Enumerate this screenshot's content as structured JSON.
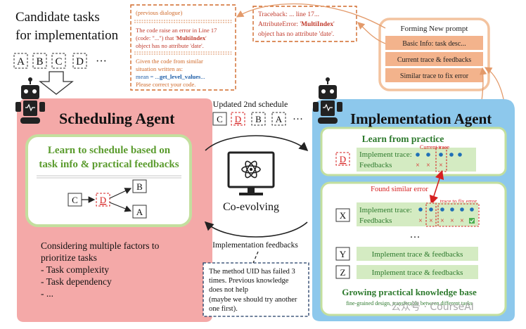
{
  "candidate": {
    "title": [
      "Candidate tasks",
      "for implementation"
    ],
    "tasks": [
      "A",
      "B",
      "C",
      "D"
    ],
    "ellipsis": "···"
  },
  "dialogue_box": {
    "header": "(previous dialogue)",
    "line1": "The code raise an error in Line 17",
    "line2_pre": "(code: \"...\") that '",
    "line2_bold": "MultiIndex",
    "line2_post": "'",
    "line3": "object has no attribute 'date'.",
    "line4": "Given the code from similar",
    "line5": "situation written as:",
    "line6_pre": "mean = ...",
    "line6_bold": "get_level_values",
    "line6_post": "...",
    "line7": "Please correct your code."
  },
  "traceback_box": {
    "line1": "Traceback: ... line 17...",
    "line2_pre": "AttributeError: '",
    "line2_bold": "MultiIndex",
    "line2_post": "'",
    "line3": "object has no attribute 'date'."
  },
  "prompt_box": {
    "title": "Forming New prompt",
    "items": [
      "Basic Info: task desc...",
      "Current trace & feedbacks",
      "Similar trace to fix error"
    ]
  },
  "scheduling": {
    "title": "Scheduling Agent",
    "inner_title": [
      "Learn to schedule based on",
      "task info & practical feedbacks"
    ],
    "nodes": [
      "C",
      "D",
      "B",
      "A"
    ],
    "factors": [
      "Considering multiple factors to",
      "prioritize tasks",
      "- Task complexity",
      "- Task dependency",
      "- ..."
    ]
  },
  "center": {
    "schedule_label": "Updated 2nd schedule",
    "schedule_tasks": [
      "C",
      "D",
      "B",
      "A"
    ],
    "ellipsis": "···",
    "coevolving": "Co-evolving",
    "feedback_label": "Implementation feedbacks",
    "feedback_note": [
      "The method UID has failed 3",
      "times. Previous knowledge",
      "does not help",
      "(maybe we should try another",
      "one first)."
    ]
  },
  "implementation": {
    "title": "Implementation Agent",
    "learn_title": "Learn from practice",
    "current_task": "D",
    "implement_trace": "Implement trace:",
    "feedbacks": "Feedbacks",
    "current_trace_label": "Current trace",
    "found_similar": "Found similar error",
    "trace_to_fix": "trace to fix error",
    "kb_task": "X",
    "kb_ellipsis": "···",
    "other_tasks": [
      "Y",
      "Z"
    ],
    "other_label": "Implement trace & feedbacks",
    "kb_title": "Growing practical knowledge base",
    "kb_sub": "fine-grained design, transferable between different tasks"
  },
  "watermark": "公众号 · CourseAI",
  "colors": {
    "scheduling_bg": "#f4a9a8",
    "implementation_bg": "#8dc8ec",
    "inner_green_border": "#c3df9e",
    "trace_bg": "#d4ebc2",
    "dashed_orange": "#d06a2a",
    "prompt_item": "#f3b38c",
    "dot_blue": "#1f6fb6",
    "red": "#d62020",
    "dark_green": "#2e7a2e",
    "title_green": "#5a9b2d"
  }
}
